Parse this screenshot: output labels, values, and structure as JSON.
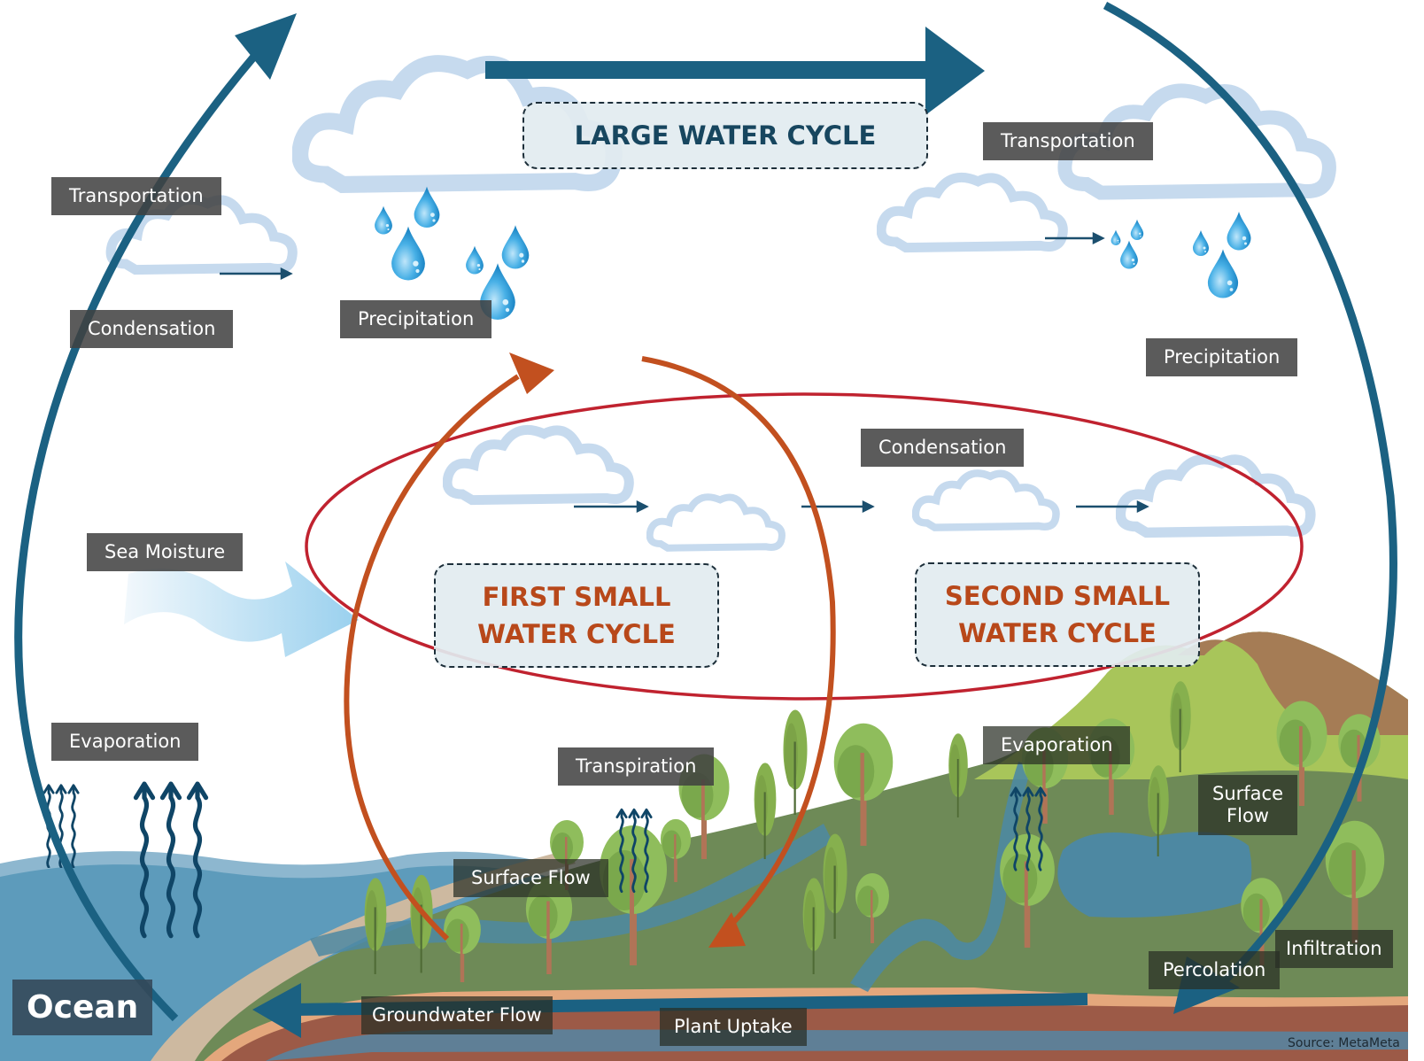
{
  "diagram": {
    "title_boxes": {
      "large": "LARGE WATER CYCLE",
      "first_small_line1": "FIRST SMALL",
      "first_small_line2": "WATER CYCLE",
      "second_small_line1": "SECOND SMALL",
      "second_small_line2": "WATER CYCLE"
    },
    "labels": {
      "transportation_left": "Transportation",
      "condensation_left": "Condensation",
      "precipitation_left": "Precipitation",
      "transportation_right": "Transportation",
      "precipitation_right": "Precipitation",
      "condensation_center": "Condensation",
      "sea_moisture": "Sea Moisture",
      "evaporation_ocean": "Evaporation",
      "transpiration": "Transpiration",
      "evaporation_land": "Evaporation",
      "surface_flow_left": "Surface Flow",
      "surface_flow_right_line1": "Surface",
      "surface_flow_right_line2": "Flow",
      "infiltration": "Infiltration",
      "percolation": "Percolation",
      "groundwater_flow": "Groundwater Flow",
      "plant_uptake": "Plant Uptake",
      "ocean": "Ocean"
    },
    "source": "Source: MetaMeta",
    "colors": {
      "large_cycle_arrow": "#1b6182",
      "small_cycle_arrow": "#c2501f",
      "ellipse": "#c0222f",
      "ocean": "#5d9bbb",
      "land": "#6e8a57",
      "soil": "#9c5a47",
      "cloud": "#c6daee",
      "drop": "#3aa6dc",
      "large_title": "#17465f",
      "small_title": "#b8481a"
    },
    "icons": [
      "cloud-icon",
      "raindrop-icon",
      "tree-icon",
      "wavy-arrow-icon",
      "flow-arrow-icon"
    ]
  }
}
